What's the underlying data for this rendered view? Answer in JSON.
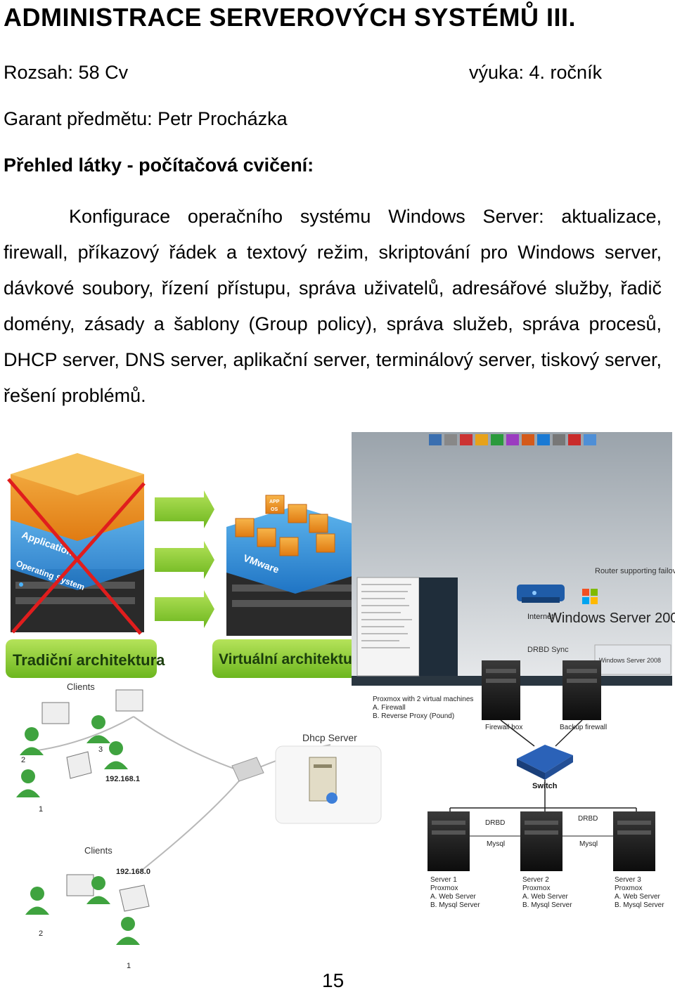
{
  "header": {
    "title": "ADMINISTRACE SERVEROVÝCH SYSTÉMŮ III.",
    "scope": "Rozsah: 58 Cv",
    "year": "výuka: 4. ročník",
    "guarantor": "Garant předmětu: Petr Procházka",
    "overview_heading": "Přehled látky - počítačová cvičení:"
  },
  "body": {
    "paragraph": "Konfigurace operačního systému Windows Server: aktualizace, firewall, příkazový řádek a textový režim, skriptování pro Windows server, dávkové soubory, řízení přístupu, správa uživatelů, adresářové služby, řadič domény, zásady a šablony (Group policy), správa služeb, správa procesů, DHCP server, DNS server, aplikační server, terminálový server, tiskový server, řešení problémů."
  },
  "figure": {
    "traditional_label": "Tradiční architektura",
    "virtual_label": "Virtuální architektura",
    "layer_application": "Application",
    "layer_os": "Operating System",
    "layer_vmware": "VMware",
    "app_box": "APP",
    "os_box": "OS",
    "clients_label": "Clients",
    "dhcp_label": "Dhcp Server",
    "ip_a": "192.168.1",
    "ip_b": "192.168.0",
    "n1": "1",
    "n2": "2",
    "n3": "3",
    "winserver_logo": "Windows Server 2008",
    "router_label": "Router supporting failover",
    "internet_label": "Internet",
    "drbd_sync": "DRBD Sync",
    "proxmox_note": [
      "Proxmox with 2 virtual machines",
      "A. Firewall",
      "B. Reverse Proxy (Pound)"
    ],
    "firewall_box": "Firewall box",
    "backup_firewall": "Backup firewall",
    "switch_label": "Switch",
    "drbd": "DRBD",
    "mysql": "Mysql",
    "servers": [
      [
        "Server 1",
        "Proxmox",
        "A. Web Server",
        "B. Mysql Server"
      ],
      [
        "Server 2",
        "Proxmox",
        "A. Web Server",
        "B. Mysql Server"
      ],
      [
        "Server 3",
        "Proxmox",
        "A. Web Server",
        "B. Mysql Server"
      ]
    ]
  },
  "footer": {
    "page_number": "15"
  }
}
